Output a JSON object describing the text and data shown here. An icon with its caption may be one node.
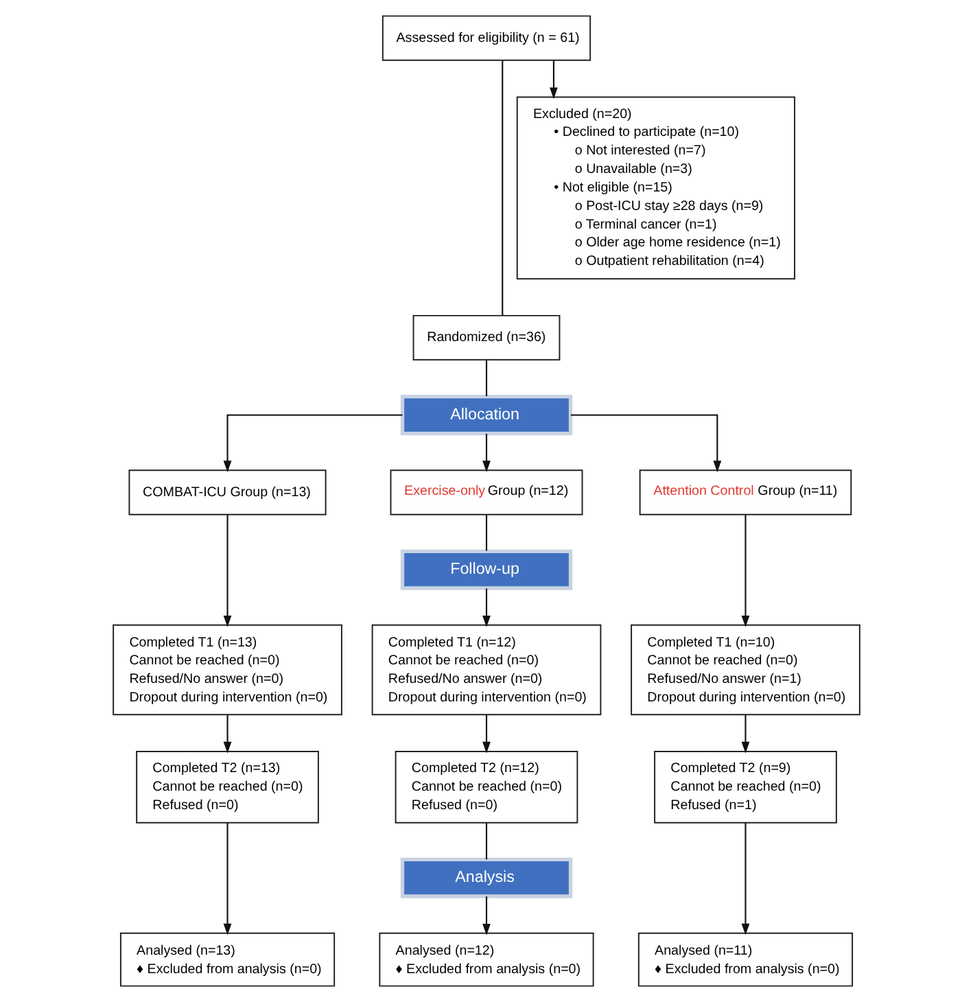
{
  "diagram": {
    "nodes": [
      {
        "text": [
          "Assessed for eligibility (n = 61)"
        ]
      },
      {
        "text": [
          "Excluded (n=20)",
          "• Declined to participate (n=10)",
          "o Not interested (n=7)",
          "o Unavailable (n=3)",
          "• Not eligible (n=15)",
          "o Post-ICU stay ≥28 days (n=9)",
          "o Terminal cancer (n=1)",
          "o Older age home residence (n=1)",
          "o Outpatient rehabilitation (n=4)"
        ]
      },
      {
        "text": [
          "Randomized (n=36)"
        ]
      },
      {
        "text": [
          "Allocation"
        ]
      },
      {
        "text": [
          "COMBAT-ICU Group (n=13)"
        ]
      },
      {
        "text": [
          "Exercise-only Group (n=12)"
        ]
      },
      {
        "text": [
          "Attention Control Group (n=11)"
        ]
      },
      {
        "text": [
          "Follow-up"
        ]
      },
      {
        "text": [
          "Completed T1 (n=13)",
          "Cannot be reached (n=0)",
          "Refused/No answer (n=0)",
          "Dropout during intervention (n=0)"
        ]
      },
      {
        "text": [
          "Completed T1 (n=12)",
          "Cannot be reached (n=0)",
          "Refused/No answer (n=0)",
          "Dropout during intervention (n=0)"
        ]
      },
      {
        "text": [
          "Completed T1 (n=10)",
          "Cannot be reached (n=0)",
          "Refused/No answer (n=1)",
          "Dropout during intervention (n=0)"
        ]
      },
      {
        "text": [
          "Completed T2 (n=13)",
          "Cannot be reached (n=0)",
          "Refused (n=0)"
        ]
      },
      {
        "text": [
          "Completed T2 (n=12)",
          "Cannot be reached (n=0)",
          "Refused (n=0)"
        ]
      },
      {
        "text": [
          "Completed T2 (n=9)",
          "Cannot be reached (n=0)",
          "Refused (n=1)"
        ]
      },
      {
        "text": [
          "Analysis"
        ]
      },
      {
        "text": [
          "Analysed (n=13)",
          "♦ Excluded from analysis (n=0)"
        ]
      },
      {
        "text": [
          "Analysed (n=12)",
          "♦ Excluded from analysis (n=0)"
        ]
      },
      {
        "text": [
          "Analysed (n=11)",
          "♦ Excluded from analysis (n=0)"
        ]
      }
    ],
    "edges": [
      {
        "from": 0,
        "to": 1,
        "arrow": "to"
      },
      {
        "from": 0,
        "to": 2,
        "arrow": "none"
      },
      {
        "from": 2,
        "to": 3,
        "arrow": "none"
      },
      {
        "from": 3,
        "to": 4,
        "arrow": "to"
      },
      {
        "from": 3,
        "to": 5,
        "arrow": "to"
      },
      {
        "from": 3,
        "to": 6,
        "arrow": "to"
      },
      {
        "from": 5,
        "to": 7,
        "arrow": "none"
      },
      {
        "from": 4,
        "to": 8,
        "arrow": "to"
      },
      {
        "from": 7,
        "to": 9,
        "arrow": "to"
      },
      {
        "from": 6,
        "to": 10,
        "arrow": "to"
      },
      {
        "from": 8,
        "to": 11,
        "arrow": "to"
      },
      {
        "from": 9,
        "to": 12,
        "arrow": "to"
      },
      {
        "from": 10,
        "to": 13,
        "arrow": "to"
      },
      {
        "from": 12,
        "to": 14,
        "arrow": "none"
      },
      {
        "from": 11,
        "to": 15,
        "arrow": "to"
      },
      {
        "from": 14,
        "to": 16,
        "arrow": "to"
      },
      {
        "from": 13,
        "to": 17,
        "arrow": "to"
      }
    ]
  }
}
